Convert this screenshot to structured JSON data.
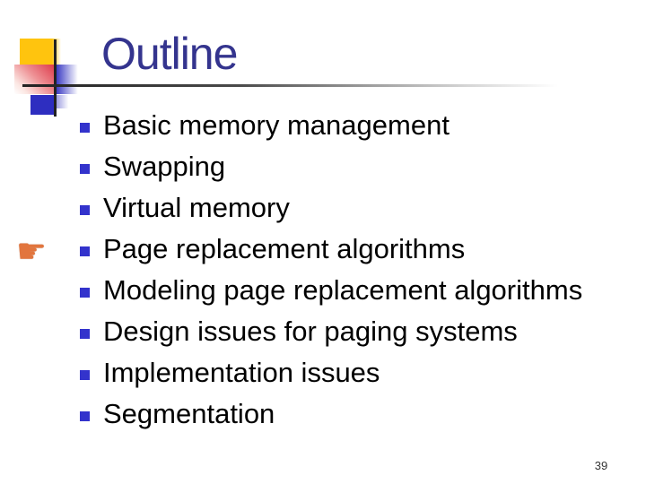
{
  "slide": {
    "title": "Outline",
    "bullets": [
      "Basic memory management",
      "Swapping",
      "Virtual memory",
      "Page replacement algorithms",
      "Modeling page replacement algorithms",
      "Design issues for paging systems",
      "Implementation issues",
      "Segmentation"
    ],
    "pointer": {
      "icon": "pointing-hand-icon",
      "glyph": "☛",
      "points_at": "Page replacement algorithms",
      "target_index": 3
    },
    "page_number": "39",
    "colors": {
      "title_text": "#34348E",
      "body_text": "#000000",
      "bullet_square": "#3333CC",
      "accent_yellow": "#FFC40E",
      "accent_red": "#DF4150",
      "accent_blue": "#3D3DC4",
      "solid_blue": "#2E2EC0",
      "hand_orange": "#E2753E",
      "line_dark": "#222222",
      "page_number": "#333333"
    }
  }
}
